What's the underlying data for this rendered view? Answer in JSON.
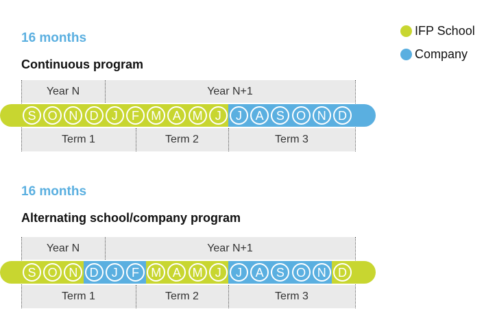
{
  "legend": {
    "school": {
      "label": "IFP School",
      "color": "#c8d630"
    },
    "company": {
      "label": "Company",
      "color": "#5aafe0"
    }
  },
  "years": [
    "Year N",
    "Year N+1"
  ],
  "terms": [
    "Term 1",
    "Term 2",
    "Term 3"
  ],
  "months": [
    "S",
    "O",
    "N",
    "D",
    "J",
    "F",
    "M",
    "A",
    "M",
    "J",
    "J",
    "A",
    "S",
    "O",
    "N",
    "D"
  ],
  "programs": [
    {
      "duration": "16 months",
      "title": "Continuous program",
      "schedule": [
        "school",
        "school",
        "school",
        "school",
        "school",
        "school",
        "school",
        "school",
        "school",
        "school",
        "company",
        "company",
        "company",
        "company",
        "company",
        "company"
      ]
    },
    {
      "duration": "16 months",
      "title": "Alternating school/company program",
      "schedule": [
        "school",
        "school",
        "school",
        "company",
        "company",
        "company",
        "school",
        "school",
        "school",
        "school",
        "company",
        "company",
        "company",
        "company",
        "company",
        "school"
      ]
    }
  ]
}
